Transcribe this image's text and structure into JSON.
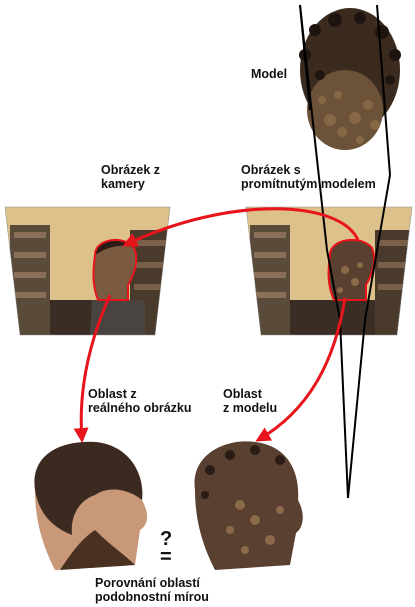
{
  "labels": {
    "model": "Model",
    "camera_image": "Obrázek z\nkamery",
    "projected_image": "Obrázek s\npromítnutým modelem",
    "real_region": "Oblast z\nreálného obrázku",
    "model_region": "Oblast\nz modelu",
    "comparison": "Porovnání oblastí\npodobnostní mírou",
    "question_mark": "?",
    "equals_sign": "="
  },
  "colors": {
    "arrow": "#e8141c",
    "contour": "#e8141c",
    "frustum": "#000000",
    "wall": "#dcc28a",
    "shelf": "#5a4a3a",
    "hair": "#3a2a20",
    "skin": "#c89878",
    "model_texture": "#6b5238"
  },
  "icons": [
    "head-3d-model",
    "room-photo-camera",
    "room-photo-projected",
    "head-region-real",
    "head-region-model"
  ]
}
